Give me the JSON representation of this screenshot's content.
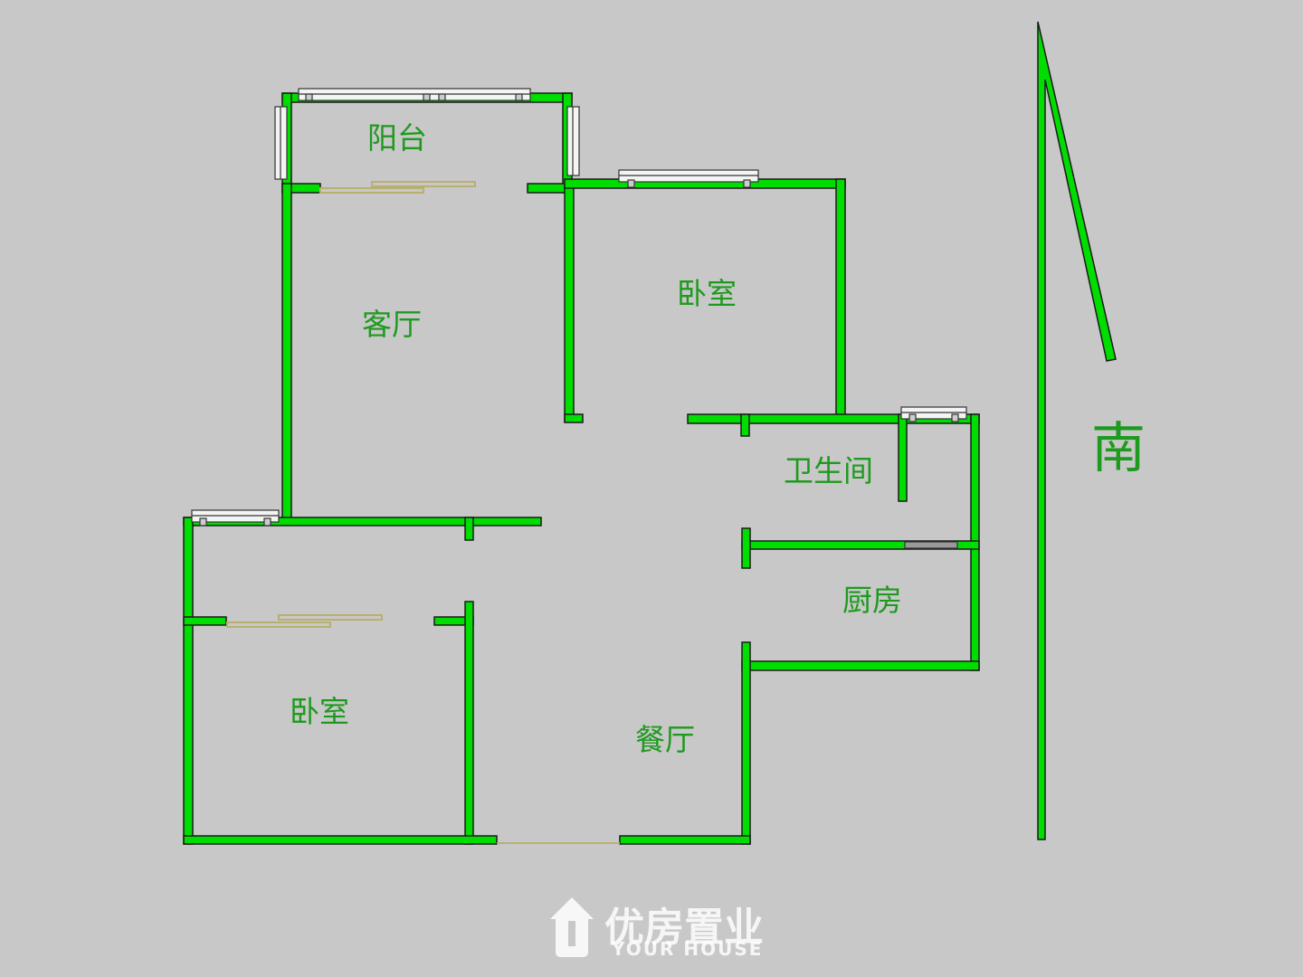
{
  "rooms": {
    "balcony": "阳台",
    "living_room": "客厅",
    "bedroom_north": "卧室",
    "bathroom": "卫生间",
    "kitchen": "厨房",
    "bedroom_south": "卧室",
    "dining_room": "餐厅"
  },
  "compass": {
    "label": "南"
  },
  "watermark": {
    "brand": "优房置业",
    "tagline": "YOUR HOUSE"
  },
  "colors": {
    "background": "#c8c8c8",
    "wall": "#00dd00",
    "wall_outline": "#1a1a1a",
    "label": "#1e9a1e",
    "door": "#b8b070",
    "window_frame": "#333333",
    "window_fill": "#f4f4f4"
  }
}
